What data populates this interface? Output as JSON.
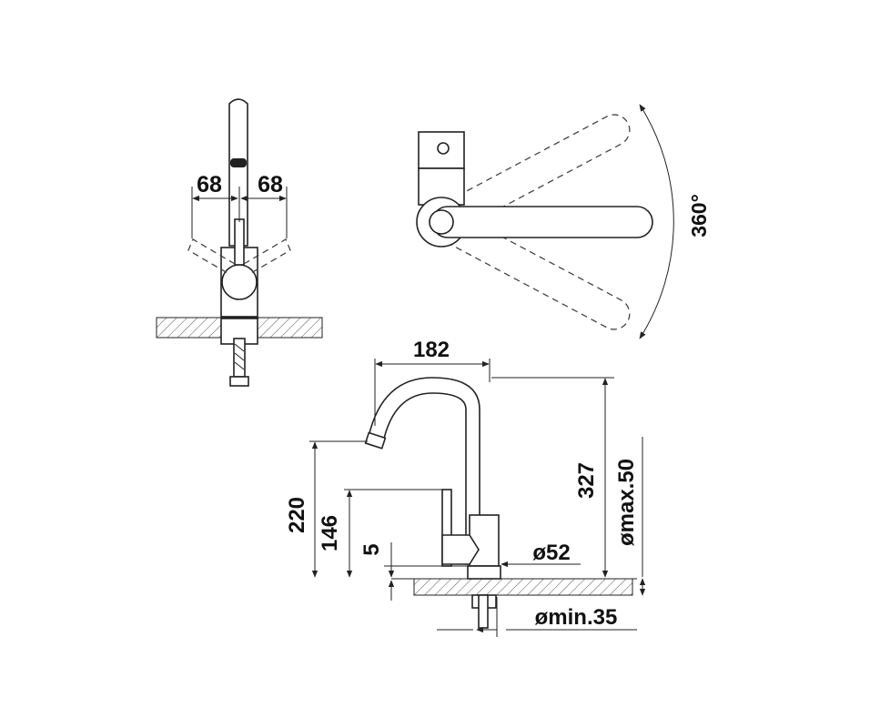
{
  "diagram": {
    "front_view": {
      "left_offset": "68",
      "right_offset": "68"
    },
    "top_view": {
      "rotation": "360°"
    },
    "side_view": {
      "spout_reach": "182",
      "total_height": "327",
      "outlet_height": "220",
      "lever_height": "146",
      "base_thickness": "5",
      "base_diameter": "ø52",
      "max_worktop": "ømax.50",
      "min_hole": "ømin.35"
    }
  }
}
